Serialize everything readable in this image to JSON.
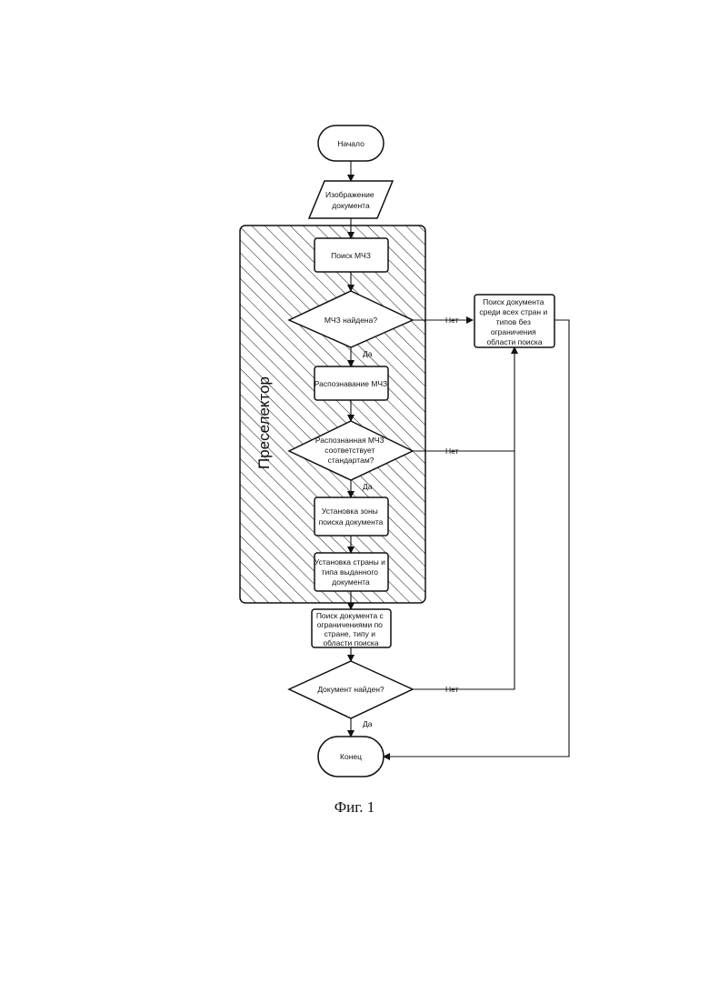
{
  "diagram": {
    "start": "Начало",
    "input": [
      "Изображение",
      "документа"
    ],
    "search_mrz": "Поиск МЧЗ",
    "mrz_found": "МЧЗ найдена?",
    "recognize_mrz": "Распознавание МЧЗ",
    "mrz_standard": [
      "Распознанная МЧЗ",
      "соответствует",
      "стандартам?"
    ],
    "set_zone": [
      "Установка зоны",
      "поиска документа"
    ],
    "set_country": [
      "Установка страны и",
      "типа выданного",
      "документа"
    ],
    "search_limited": [
      "Поиск документа с",
      "ограничениями по",
      "стране, типу и",
      "области поиска"
    ],
    "doc_found": "Документ найден?",
    "search_all": [
      "Поиск документа",
      "среди всех стран и",
      "типов без",
      "ограничения",
      "области поиска"
    ],
    "end": "Конец",
    "preselector": "Преселектор",
    "yes": "Да",
    "no": "Нет"
  },
  "caption": "Фиг. 1"
}
